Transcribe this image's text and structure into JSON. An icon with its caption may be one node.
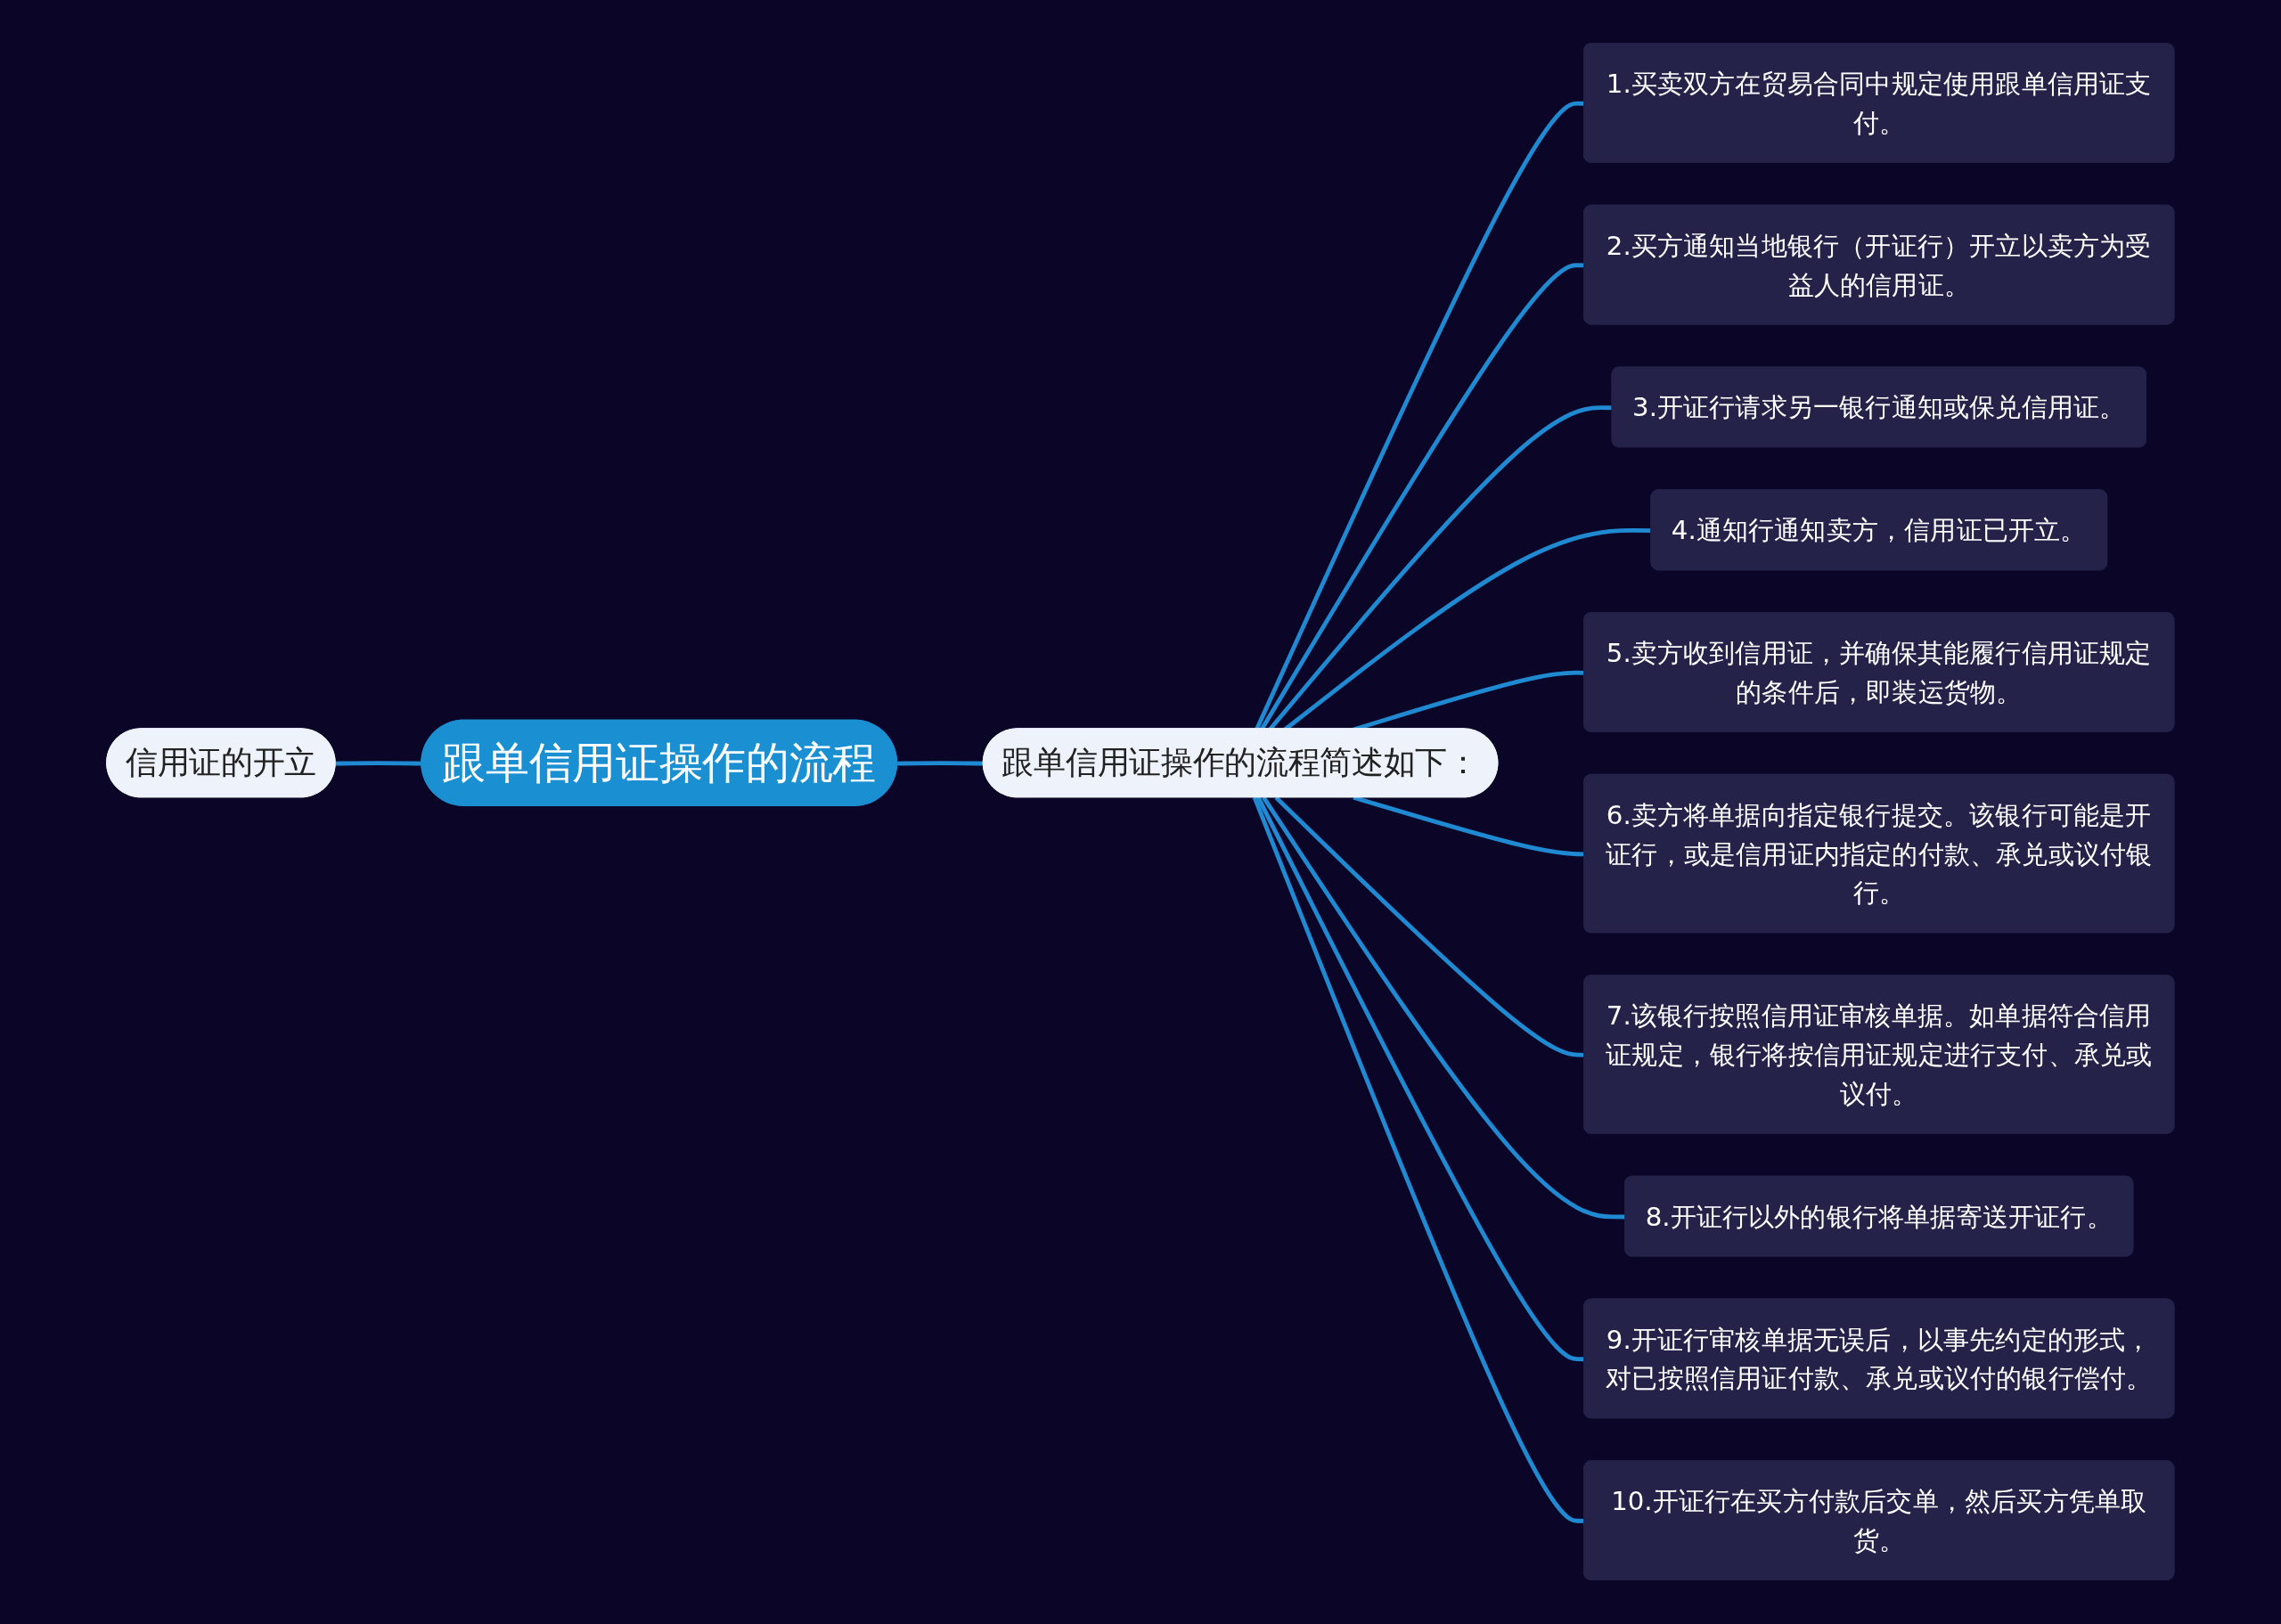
{
  "diagram": {
    "nodes": [
      {
        "text": [
          "信用证的开立"
        ]
      },
      {
        "text": [
          "跟单信用证操作的流程"
        ]
      },
      {
        "text": [
          "跟单信用证操作的流程简述如下："
        ]
      },
      {
        "text": [
          "1.买卖双方在贸易合同中规定使用跟单信用证支付。"
        ]
      },
      {
        "text": [
          "2.买方通知当地银行（开证行）开立以卖方为受益人的信用证。"
        ]
      },
      {
        "text": [
          "3.开证行请求另一银行通知或保兑信用证。"
        ]
      },
      {
        "text": [
          "4.通知行通知卖方，信用证已开立。"
        ]
      },
      {
        "text": [
          "5.卖方收到信用证，并确保其能履行信用证规定的条件后，即装运货物。"
        ]
      },
      {
        "text": [
          "6.卖方将单据向指定银行提交。该银行可能是开证行，或是信用证内指定的付款、承兑或议付银行。"
        ]
      },
      {
        "text": [
          "7.该银行按照信用证审核单据。如单据符合信用证规定，银行将按信用证规定进行支付、承兑或议付。"
        ]
      },
      {
        "text": [
          "8.开证行以外的银行将单据寄送开证行。"
        ]
      },
      {
        "text": [
          "9.开证行审核单据无误后，以事先约定的形式，对已按照信用证付款、承兑或议付的银行偿付。"
        ]
      },
      {
        "text": [
          "10.开证行在买方付款后交单，然后买方凭单取货。"
        ]
      }
    ],
    "edges": [
      {
        "from": 0,
        "to": 1,
        "arrow": "none"
      },
      {
        "from": 1,
        "to": 2,
        "arrow": "none"
      },
      {
        "from": 2,
        "to": 3,
        "arrow": "none"
      },
      {
        "from": 2,
        "to": 4,
        "arrow": "none"
      },
      {
        "from": 2,
        "to": 5,
        "arrow": "none"
      },
      {
        "from": 2,
        "to": 6,
        "arrow": "none"
      },
      {
        "from": 2,
        "to": 7,
        "arrow": "none"
      },
      {
        "from": 2,
        "to": 8,
        "arrow": "none"
      },
      {
        "from": 2,
        "to": 9,
        "arrow": "none"
      },
      {
        "from": 2,
        "to": 10,
        "arrow": "none"
      },
      {
        "from": 2,
        "to": 11,
        "arrow": "none"
      },
      {
        "from": 2,
        "to": 12,
        "arrow": "none"
      }
    ]
  }
}
